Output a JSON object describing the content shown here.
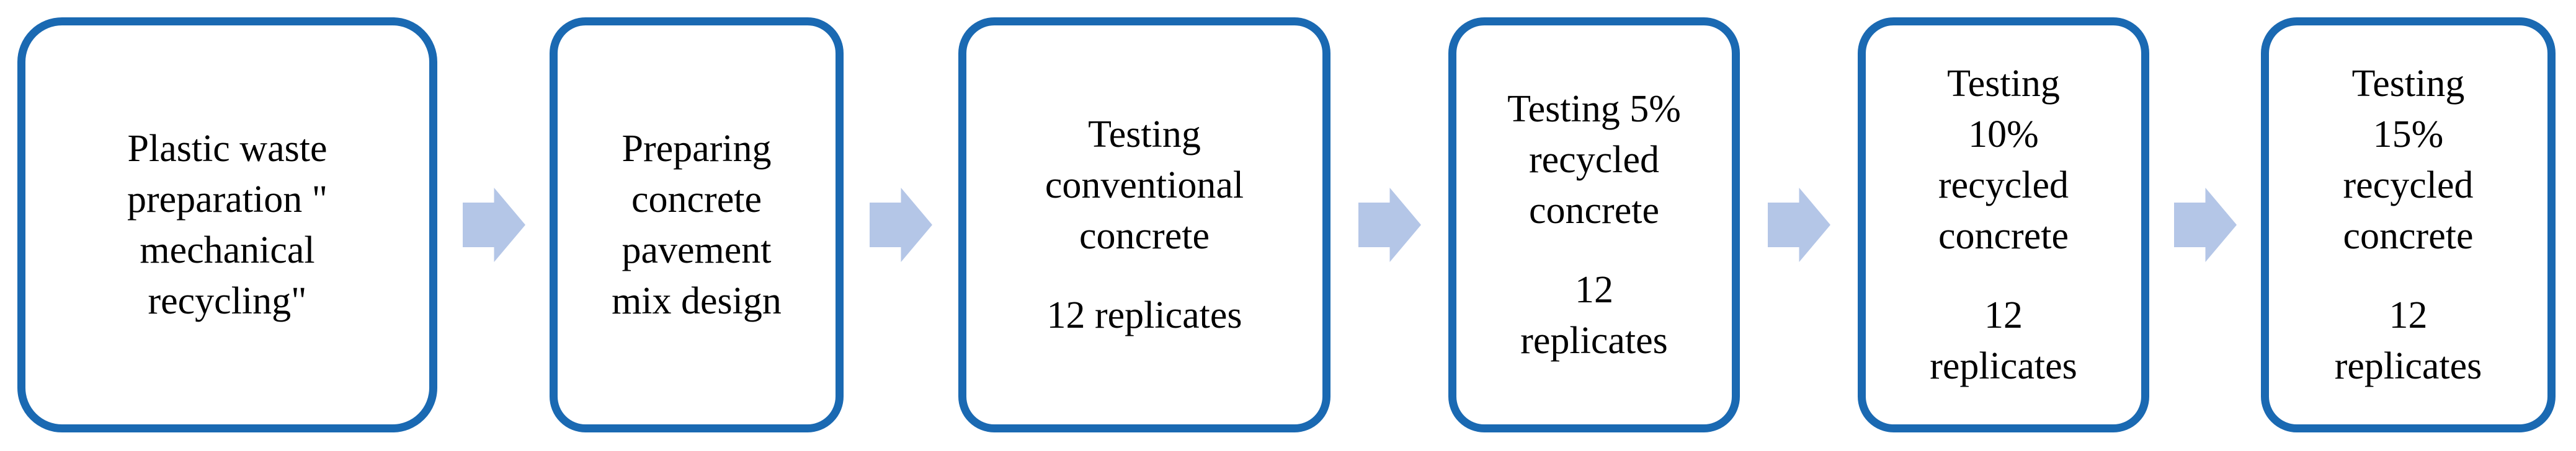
{
  "figure": {
    "type": "flowchart",
    "direction": "left-to-right",
    "colors": {
      "box_border": "#1A69B2",
      "box_fill": "#FFFFFF",
      "arrow_fill": "#B4C6E7",
      "text": "#000000",
      "background": "#FFFFFF"
    },
    "connector_icon": "right-block-arrow-icon",
    "steps": [
      {
        "lines": [
          "Plastic waste",
          "preparation \"",
          "mechanical",
          "recycling\""
        ]
      },
      {
        "lines": [
          "Preparing",
          "concrete",
          "pavement",
          "mix design"
        ]
      },
      {
        "lines": [
          "Testing",
          "conventional",
          "concrete"
        ],
        "replicates_lines": [
          "12 replicates"
        ]
      },
      {
        "lines": [
          "Testing 5%",
          "recycled",
          "concrete"
        ],
        "replicates_lines": [
          "12",
          "replicates"
        ]
      },
      {
        "lines": [
          "Testing",
          "10%",
          "recycled",
          "concrete"
        ],
        "replicates_lines": [
          "12",
          "replicates"
        ]
      },
      {
        "lines": [
          "Testing",
          "15%",
          "recycled",
          "concrete"
        ],
        "replicates_lines": [
          "12",
          "replicates"
        ]
      }
    ]
  }
}
